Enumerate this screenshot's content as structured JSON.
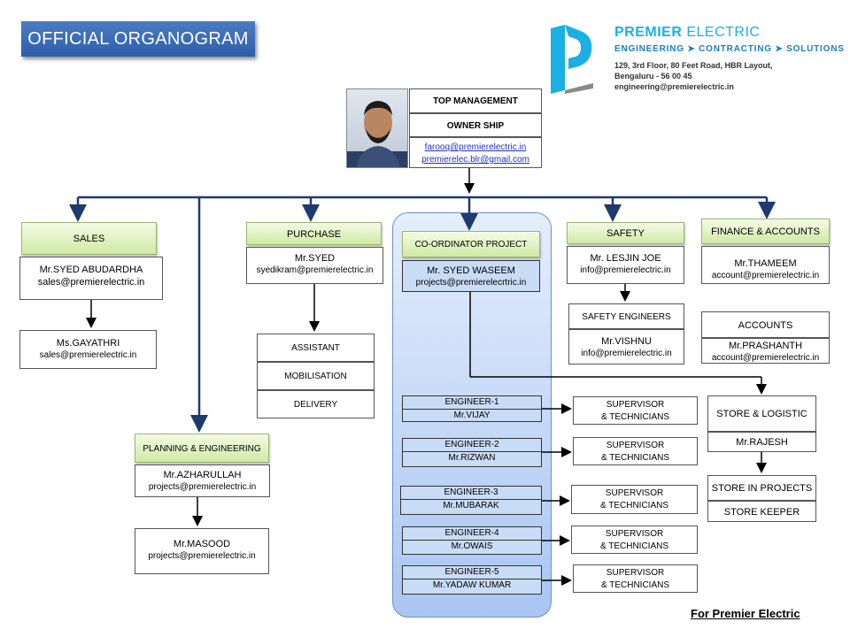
{
  "title": "OFFICIAL ORGANOGRAM",
  "brand": {
    "name_a": "PREMIER",
    "name_b": "ELECTRIC",
    "tagline": "ENGINEERING ➤ CONTRACTING ➤ SOLUTIONS",
    "address1": "129, 3rd Floor, 80 Feet Road, HBR Layout,",
    "address2": "Bengaluru - 56 00 45",
    "email": "engineering@premierelectric.in",
    "accent": "#1ab0e6"
  },
  "top": {
    "title": "TOP MANAGEMENT",
    "sub": "OWNER SHIP",
    "email1": "farooq@premierelectric.in",
    "email2": "premierelec.blr@gmail.com"
  },
  "sales": {
    "header": "SALES",
    "head_name": "Mr.SYED ABUDARDHA",
    "head_email": "sales@premierelectric.in",
    "sub_name": "Ms.GAYATHRI",
    "sub_email": "sales@premierelectric.in"
  },
  "purchase": {
    "header": "PURCHASE",
    "name": "Mr.SYED",
    "email": "syedikram@premierelectric.in",
    "items": [
      "ASSISTANT",
      "MOBILISATION",
      "DELIVERY"
    ]
  },
  "planning": {
    "header": "PLANNING & ENGINEERING",
    "name": "Mr.AZHARULLAH",
    "email": "projects@premierelectric.in",
    "sub_name": "Mr.MASOOD",
    "sub_email": "projects@premierelectric.in"
  },
  "coordinator": {
    "header": "CO-ORDINATOR PROJECT",
    "name": "Mr. SYED WASEEM",
    "email": "projects@premierelecrtric.in"
  },
  "engineers": [
    {
      "title": "ENGINEER-1",
      "name": "Mr.VIJAY"
    },
    {
      "title": "ENGINEER-2",
      "name": "Mr.RIZWAN"
    },
    {
      "title": "ENGINEER-3",
      "name": "Mr.MUBARAK"
    },
    {
      "title": "ENGINEER-4",
      "name": "Mr.OWAIS"
    },
    {
      "title": "ENGINEER-5",
      "name": "Mr.YADAW KUMAR"
    }
  ],
  "supervisor": {
    "line1": "SUPERVISOR",
    "line2": "& TECHNICIANS"
  },
  "safety": {
    "header": "SAFETY",
    "name": "Mr. LESJIN JOE",
    "email": "info@premierelectric.in",
    "sub_title": "SAFETY ENGINEERS",
    "sub_name": "Mr.VISHNU",
    "sub_email": "info@premierelectric.in"
  },
  "finance": {
    "header": "FINANCE & ACCOUNTS",
    "name": "Mr.THAMEEM",
    "email": "account@premierelectric.in",
    "sub_title": "ACCOUNTS",
    "sub_name": "Mr.PRASHANTH",
    "sub_email": "account@premierelectric.in"
  },
  "store": {
    "title": "STORE & LOGISTIC",
    "name": "Mr.RAJESH",
    "sub_title": "STORE IN PROJECTS",
    "sub_item": "STORE KEEPER"
  },
  "signature": "For Premier Electric",
  "colors": {
    "connector": "#1f3a6e",
    "arrow": "#000000",
    "header_green": "#cfeaa4",
    "engineer_blue": "#c9dcf6"
  }
}
